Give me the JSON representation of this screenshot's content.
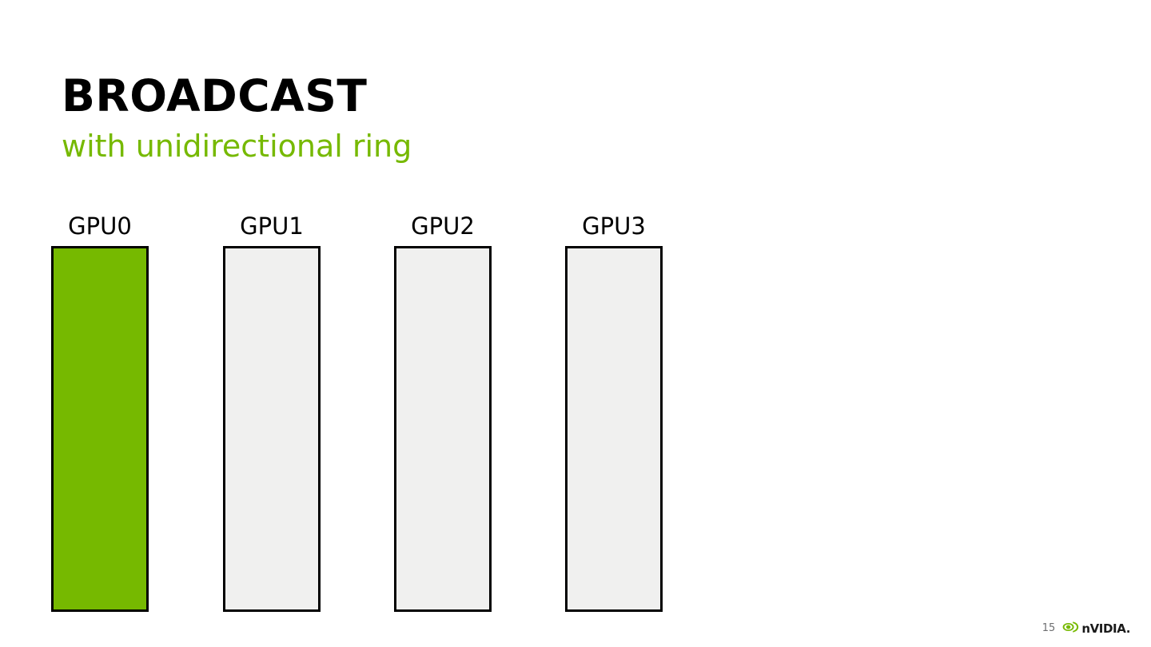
{
  "slide": {
    "title": "BROADCAST",
    "subtitle": "with unidirectional ring",
    "background_color": "#FFFFFF"
  },
  "colors": {
    "accent_green": "#76B900",
    "bar_empty_fill": "#F0F0EF",
    "bar_border": "#000000",
    "title_text": "#000000",
    "slide_number_text": "#6D6E70"
  },
  "diagram": {
    "type": "gpu-buffer-row",
    "gpus": [
      {
        "label": "GPU0",
        "state": "filled",
        "fill_color": "#76B900"
      },
      {
        "label": "GPU1",
        "state": "empty",
        "fill_color": "#F0F0EF"
      },
      {
        "label": "GPU2",
        "state": "empty",
        "fill_color": "#F0F0EF"
      },
      {
        "label": "GPU3",
        "state": "empty",
        "fill_color": "#F0F0EF"
      }
    ]
  },
  "footer": {
    "slide_number": "15",
    "logo_wordmark": "nVIDIA.",
    "logo_icon_name": "nvidia-eye-icon"
  }
}
